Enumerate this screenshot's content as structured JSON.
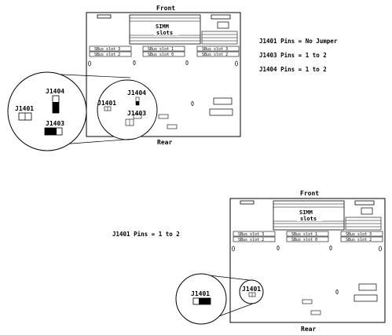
{
  "top_board": {
    "front_label": "Front",
    "rear_label": "Rear",
    "simm_label": "SIMM",
    "slots_label": "slots",
    "sbus_slots": [
      "SBus slot 3",
      "SBus slot 2",
      "SBus slot 1",
      "SBus slot 0",
      "SBus slot 3",
      "SBus slot 2"
    ],
    "jumpers": {
      "j1401": "J1401",
      "j1404": "J1404",
      "j1403": "J1403"
    },
    "callout": {
      "j1404": "J1404",
      "j1401": "J1401",
      "j1403": "J1403"
    }
  },
  "notes": [
    "J1401 Pins = No Jumper",
    "J1403 Pins = 1 to 2",
    "J1404 Pins = 1 to 2"
  ],
  "bottom_board": {
    "front_label": "Front",
    "rear_label": "Rear",
    "simm_label": "SIMM",
    "slots_label": "slots",
    "sbus_slots": [
      "SBus slot 3",
      "SBus slot 2",
      "SBus slot 1",
      "SBus slot 0",
      "SBus slot 3",
      "SBus slot 2"
    ],
    "jumper": "J1401",
    "callout": "J1401"
  },
  "bottom_note": "J1401 Pins = 1 to 2"
}
